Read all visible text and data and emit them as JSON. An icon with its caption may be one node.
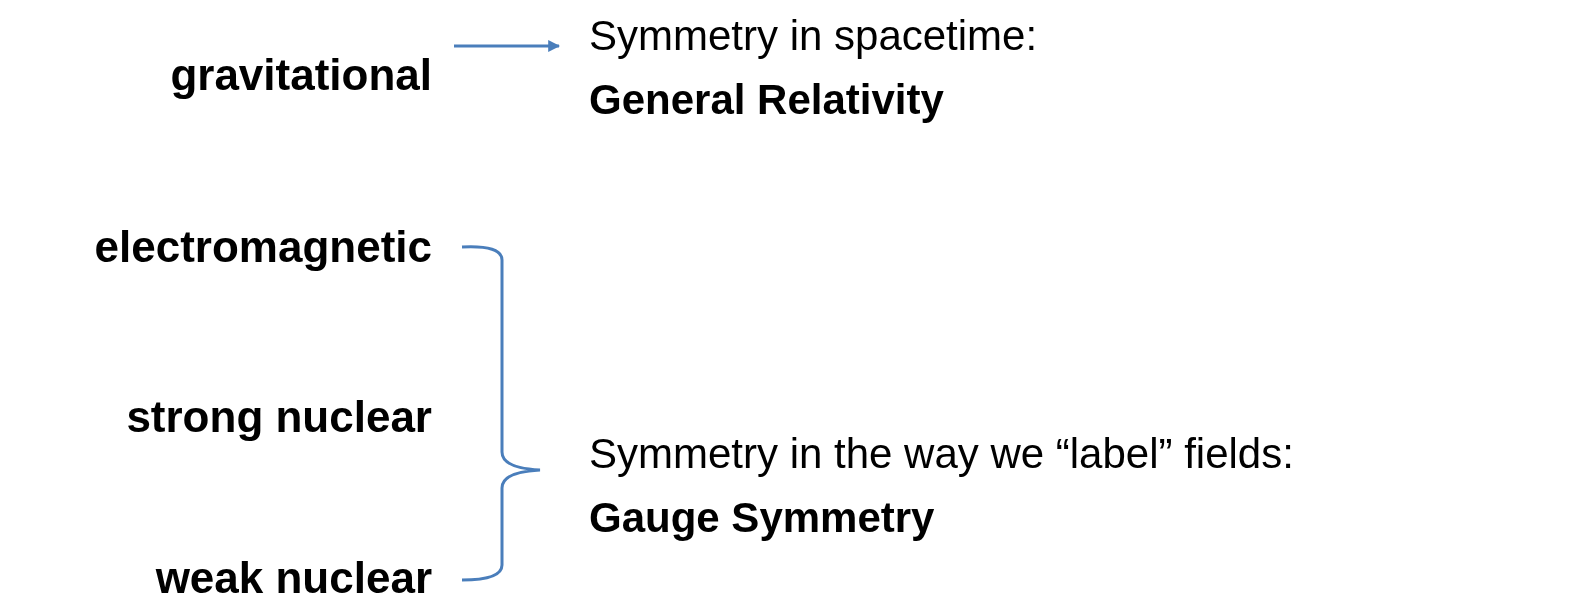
{
  "diagram": {
    "nodes": [
      {
        "text": [
          "gravitational"
        ]
      },
      {
        "text": [
          "Symmetry in spacetime:",
          "General Relativity"
        ]
      },
      {
        "text": [
          "electromagnetic"
        ]
      },
      {
        "text": [
          "strong nuclear"
        ]
      },
      {
        "text": [
          "weak nuclear"
        ]
      },
      {
        "text": [
          "Symmetry in the way we “label” fields:",
          "Gauge Symmetry"
        ]
      }
    ],
    "edges": [
      {
        "from": 0,
        "to": 1,
        "arrow": "to"
      }
    ]
  }
}
